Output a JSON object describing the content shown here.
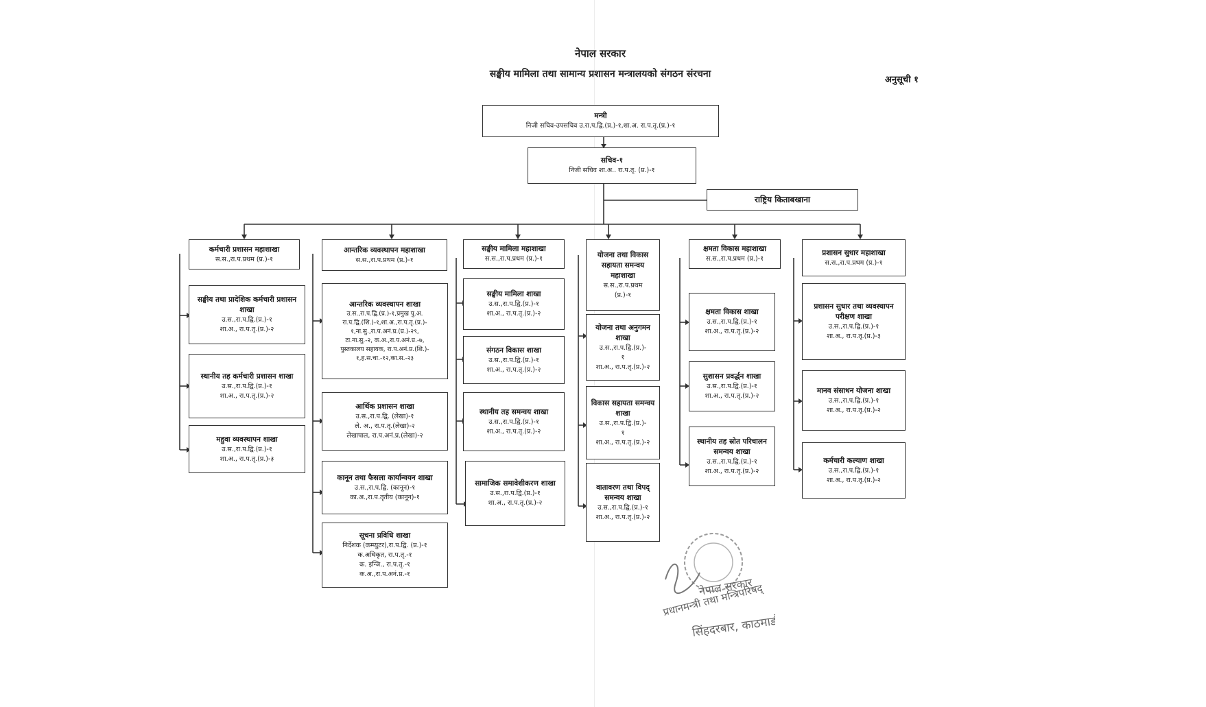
{
  "header": {
    "government": "नेपाल सरकार",
    "title": "सङ्घीय मामिला तथा सामान्य प्रशासन मन्त्रालयको संगठन संरचना",
    "annex": "अनुसूची १"
  },
  "top": {
    "minister": {
      "title": "मन्त्री",
      "detail": "निजी सचिव-उपसचिव उ.रा.प.द्वि.(प्र.)-१,शा.अ. रा.प.तृ.(प्र.)-१"
    },
    "secretary": {
      "title": "सचिव-१",
      "detail": "निजी सचिव शा.अ.. रा.प.तृ. (प्र.)-१"
    },
    "library": {
      "title": "राष्ट्रिय किताबखाना"
    }
  },
  "divisions": [
    {
      "title": "कर्मचारी प्रशासन महाशाखा",
      "detail": "स.स.,रा.प.प्रथम (प्र.)-१",
      "sections": [
        {
          "title": "सङ्घीय तथा प्रादेशिक कर्मचारी प्रशासन शाखा",
          "detail": "उ.स.,रा.प.द्वि.(प्र.)-१\nशा.अ., रा.प.तृ.(प्र.)-२"
        },
        {
          "title": "स्थानीय तह कर्मचारी प्रशासन शाखा",
          "detail": "उ.स.,रा.प.द्वि.(प्र.)-१\nशा.अ., रा.प.तृ.(प्र.)-२"
        },
        {
          "title": "महुवा व्यवस्थापन शाखा",
          "detail": "उ.स.,रा.प.द्वि.(प्र.)-१\nशा.अ., रा.प.तृ.(प्र.)-३"
        }
      ]
    },
    {
      "title": "आन्तरिक व्यवस्थापन महाशाखा",
      "detail": "स.स.,रा.प.प्रथम (प्र.)-१",
      "sections": [
        {
          "title": "आन्तरिक व्यवस्थापन शाखा",
          "detail": "उ.स.,रा.प.द्वि.(प्र.)-१,प्रमुख पु.अ.\nरा.प.द्वि.(शि.)-१,शा.अ.,रा.प.तृ.(प्र.)-\n१,ना.सु.,रा.प.अनं.प्र.(प्र.)-२९,\nटा.ना.सु.-२, क.अ.,रा.प.अनं.प्र.-७,\nपुस्तकालय सहायक, रा.प.अनं.प्र.(शि.)-\n१,ह.स.चा.-१२,का.स.-२३"
        },
        {
          "title": "आर्थिक प्रशासन शाखा",
          "detail": "उ.स.,रा.प.द्वि. (लेखा)-१\nले. अ., रा.प.तृ.(लेखा)-२\nलेखापाल, रा.प.अनं.प्र.(लेखा)-२"
        },
        {
          "title": "कानून तथा फैसला कार्यान्वयन शाखा",
          "detail": "उ.स.,रा.प.द्वि. (कानून)-१\nका.अ.,रा.प.तृतीय (कानून)-१"
        },
        {
          "title": "सूचना प्रविधि शाखा",
          "detail": "निर्देशक (कम्प्युटर),रा.प.द्वि. (प्र.)-१\nक.अधिकृत, रा.प.तृ.-१\nक. इन्जि., रा.प.तृ.-१\nक.अ.,रा.प.अनं.प्र.-१"
        }
      ]
    },
    {
      "title": "सङ्घीय मामिला महाशाखा",
      "detail": "स.स.,रा.प.प्रथम (प्र.)-१",
      "sections": [
        {
          "title": "सङ्घीय मामिला शाखा",
          "detail": "उ.स.,रा.प.द्वि.(प्र.)-१\nशा.अ., रा.प.तृ.(प्र.)-२"
        },
        {
          "title": "संगठन विकास शाखा",
          "detail": "उ.स.,रा.प.द्वि.(प्र.)-१\nशा.अ., रा.प.तृ.(प्र.)-२"
        },
        {
          "title": "स्थानीय तह समन्वय शाखा",
          "detail": "उ.स.,रा.प.द्वि.(प्र.)-१\nशा.अ., रा.प.तृ.(प्र.)-२"
        },
        {
          "title": "सामाजिक समावेशीकरण शाखा",
          "detail": "उ.स.,रा.प.द्वि.(प्र.)-१\nशा.अ., रा.प.तृ.(प्र.)-२"
        }
      ]
    },
    {
      "title": "योजना तथा विकास सहायता समन्वय महाशाखा",
      "detail": "स.स.,रा.प.प्रथम\n(प्र.)-१",
      "sections": [
        {
          "title": "योजना तथा अनुगमन शाखा",
          "detail": "उ.स.,रा.प.द्वि.(प्र.)-\n१\nशा.अ., रा.प.तृ.(प्र.)-२"
        },
        {
          "title": "विकास सहायता समन्वय शाखा",
          "detail": "उ.स.,रा.प.द्वि.(प्र.)-\n१\nशा.अ., रा.प.तृ.(प्र.)-२"
        },
        {
          "title": "वातावरण तथा विपद् समन्वय शाखा",
          "detail": "उ.स.,रा.प.द्वि.(प्र.)-१\nशा.अ., रा.प.तृ.(प्र.)-२"
        }
      ]
    },
    {
      "title": "क्षमता विकास महाशाखा",
      "detail": "स.स.,रा.प.प्रथम (प्र.)-१",
      "sections": [
        {
          "title": "क्षमता विकास शाखा",
          "detail": "उ.स.,रा.प.द्वि.(प्र.)-१\nशा.अ., रा.प.तृ.(प्र.)-२"
        },
        {
          "title": "सुशासन प्रवर्द्धन शाखा",
          "detail": "उ.स.,रा.प.द्वि.(प्र.)-१\nशा.अ., रा.प.तृ.(प्र.)-२"
        },
        {
          "title": "स्थानीय तह स्रोत परिचालन समन्वय शाखा",
          "detail": "उ.स.,रा.प.द्वि.(प्र.)-१\nशा.अ., रा.प.तृ.(प्र.)-२"
        }
      ]
    },
    {
      "title": "प्रशासन सुधार महाशाखा",
      "detail": "स.स.,रा.प.प्रथम (प्र.)-१",
      "sections": [
        {
          "title": "प्रशासन सुधार तथा व्यवस्थापन परीक्षण शाखा",
          "detail": "उ.स.,रा.प.द्वि.(प्र.)-१\nशा.अ., रा.प.तृ.(प्र.)-३"
        },
        {
          "title": "मानव संसाधन योजना शाखा",
          "detail": "उ.स.,रा.प.द्वि.(प्र.)-१\nशा.अ., रा.प.तृ.(प्र.)-२"
        },
        {
          "title": "कर्मचारी कल्याण शाखा",
          "detail": "उ.स.,रा.प.द्वि.(प्र.)-१\nशा.अ., रा.प.तृ.(प्र.)-२"
        }
      ]
    }
  ],
  "stamp": {
    "line1": "नेपाल सरकार",
    "line2": "प्रधानमन्त्री तथा मन्त्रिपरिषद्",
    "line3": "सिंहदरबार, काठमाडौं"
  }
}
